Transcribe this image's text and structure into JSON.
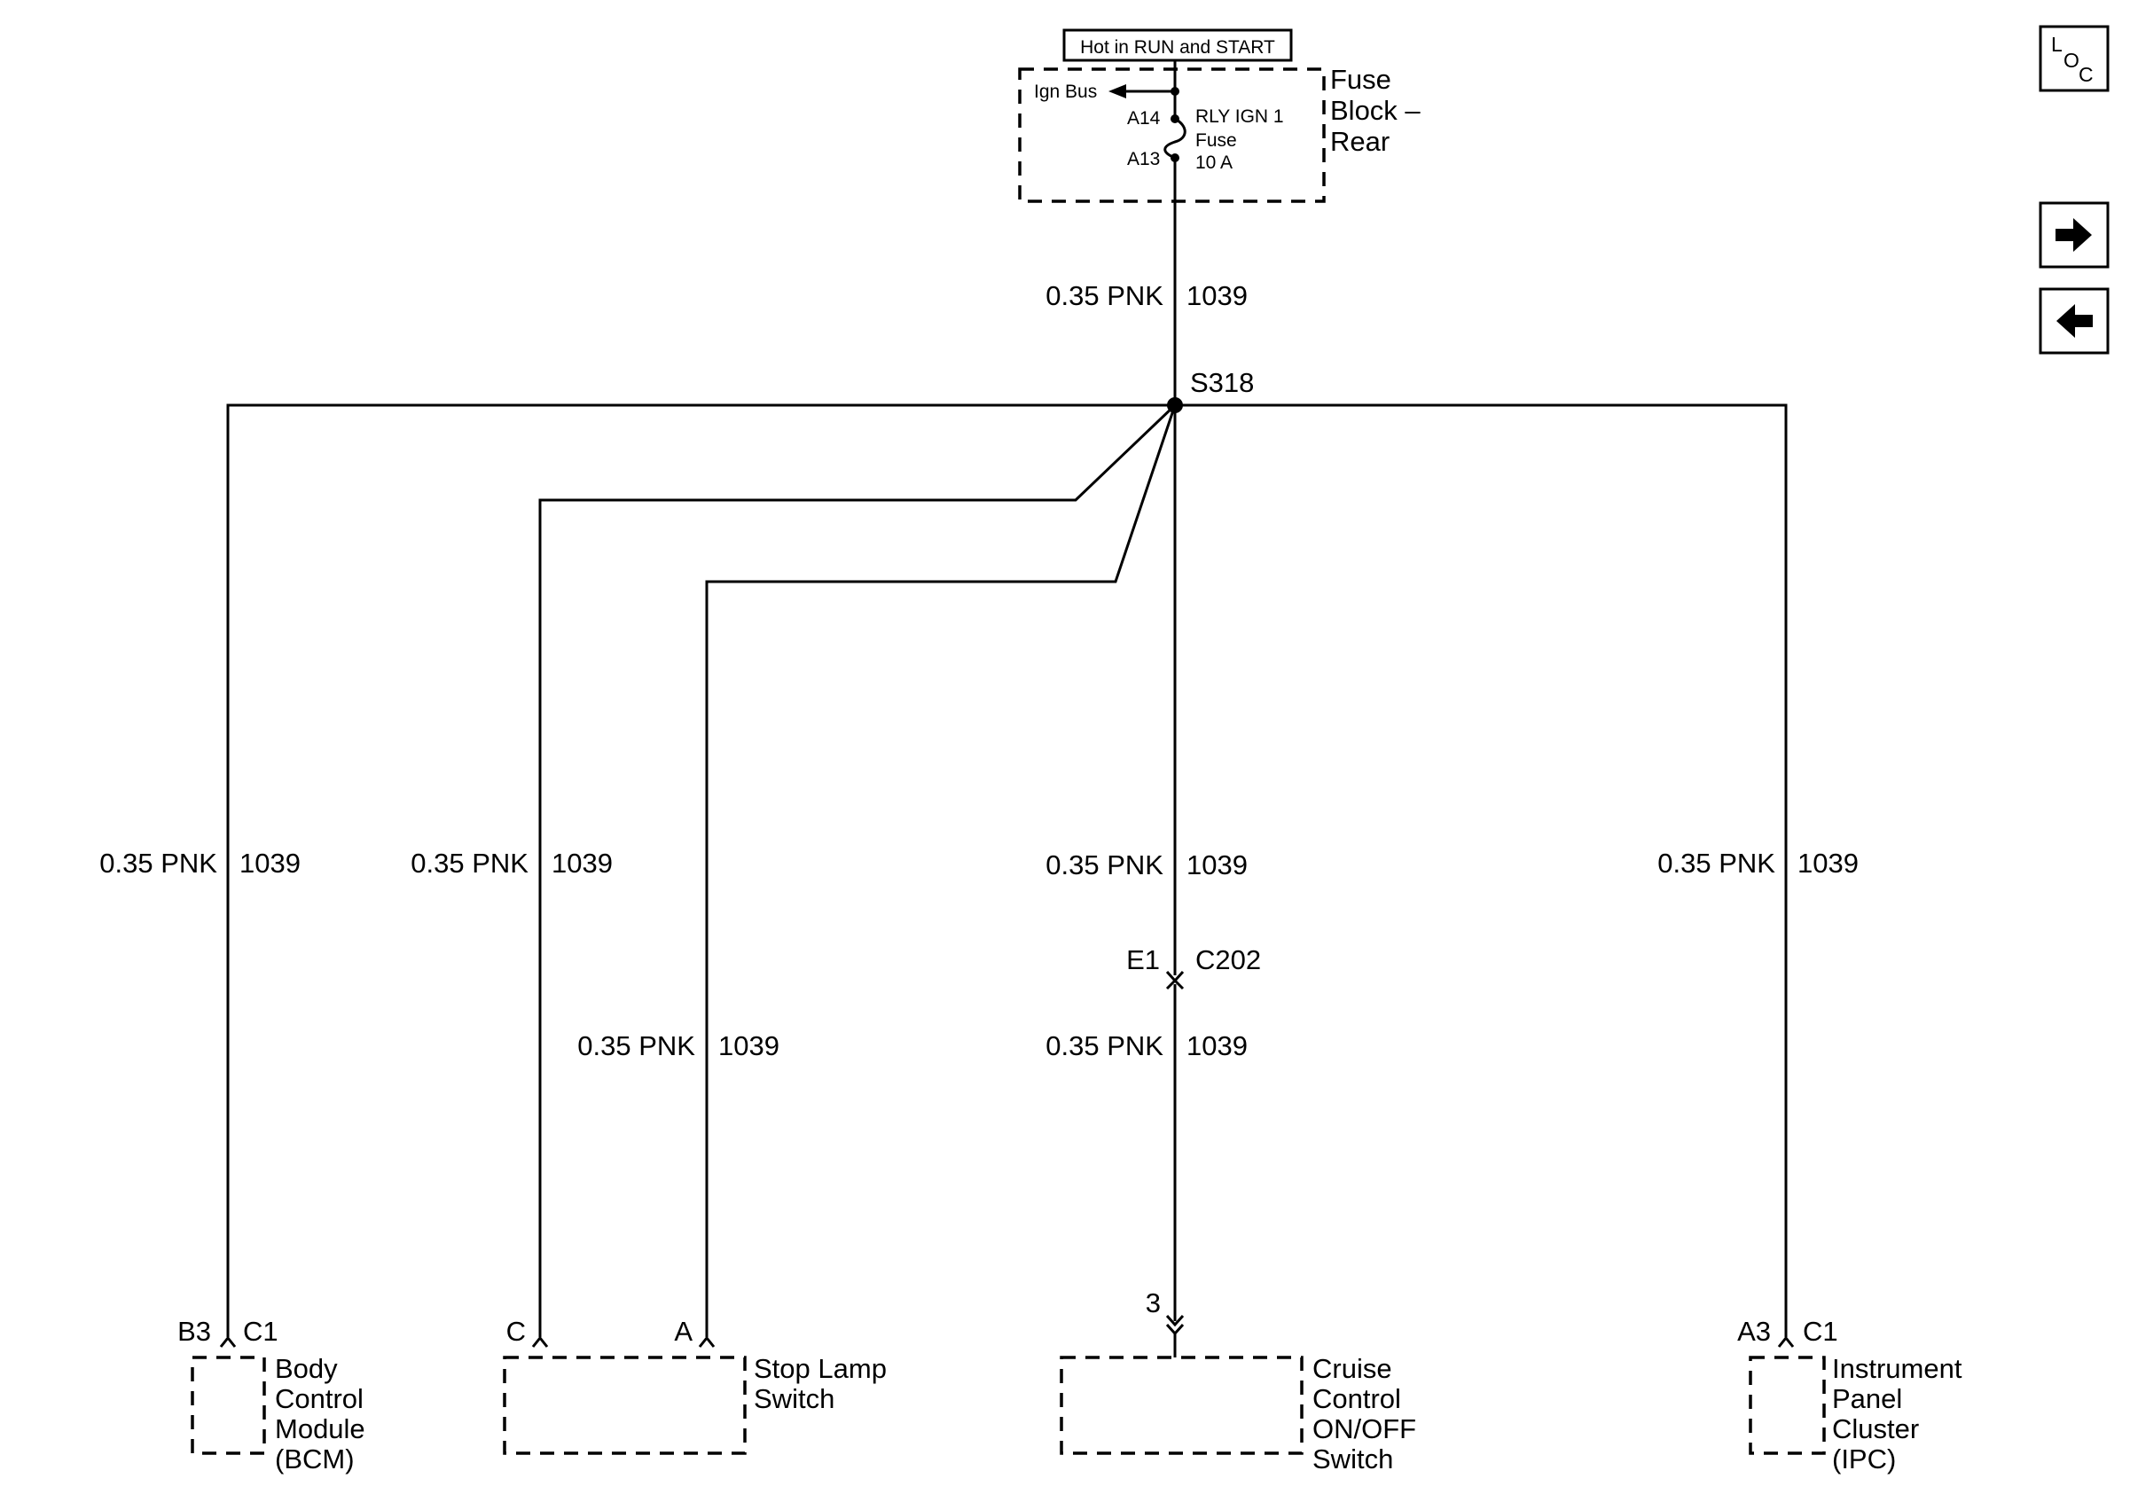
{
  "power": {
    "hot_label": "Hot in RUN and START",
    "bus_label": "Ign Bus",
    "pin_top": "A14",
    "pin_bottom": "A13",
    "fuse_name": "RLY IGN 1",
    "fuse_word": "Fuse",
    "fuse_rating": "10 A",
    "block_name": [
      "Fuse",
      "Block –",
      "Rear"
    ]
  },
  "wire": {
    "gauge_color": "0.35 PNK",
    "circuit": "1039"
  },
  "splice": {
    "id": "S318"
  },
  "inline_connector": {
    "pin": "E1",
    "id": "C202"
  },
  "components": {
    "bcm": {
      "pin": "B3",
      "connector": "C1",
      "name": [
        "Body",
        "Control",
        "Module",
        "(BCM)"
      ]
    },
    "stop_lamp": {
      "pin_c": "C",
      "pin_a": "A",
      "name": [
        "Stop Lamp",
        "Switch"
      ]
    },
    "cruise": {
      "pin": "3",
      "name": [
        "Cruise",
        "Control",
        "ON/OFF",
        "Switch"
      ]
    },
    "ipc": {
      "pin": "A3",
      "connector": "C1",
      "name": [
        "Instrument",
        "Panel",
        "Cluster",
        "(IPC)"
      ]
    }
  },
  "nav": {
    "loc": {
      "l": "L",
      "o": "O",
      "c": "C",
      "icon": "loc-icon"
    },
    "next_icon": "arrow-right-icon",
    "prev_icon": "arrow-left-icon"
  }
}
